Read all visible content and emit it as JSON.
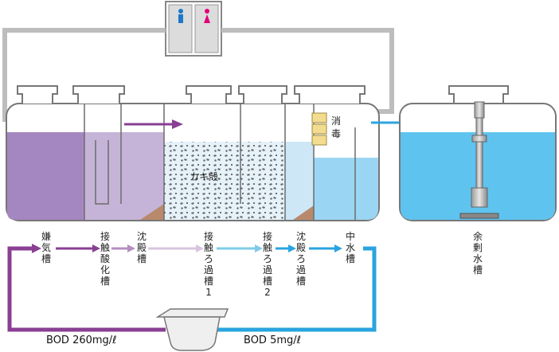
{
  "stages": [
    {
      "id": "anaerobic",
      "label": "嫌気槽"
    },
    {
      "id": "aeration",
      "label": "接触酸化槽"
    },
    {
      "id": "settling",
      "label": "沈殿槽"
    },
    {
      "id": "filter1",
      "label": "接触ろ過槽1"
    },
    {
      "id": "filter2",
      "label": "接触ろ過槽2"
    },
    {
      "id": "settlingFilter",
      "label": "沈殿ろ過槽"
    },
    {
      "id": "middleWater",
      "label": "中水槽"
    }
  ],
  "surplus_tank": {
    "label": "余剰水槽"
  },
  "oyster_label": "カキ殻",
  "disinfection_label": "消毒",
  "bod_in": "BOD 260mg/ℓ",
  "bod_out": "BOD 5mg/ℓ",
  "colors": {
    "purple_dark": "#8a3f93",
    "purple_mid": "#b58fc0",
    "purple_light": "#d8c4de",
    "blue_light": "#7fcbe9",
    "blue": "#2aa4df",
    "water": "#5fc3ef",
    "gray": "#bdbdbd"
  }
}
